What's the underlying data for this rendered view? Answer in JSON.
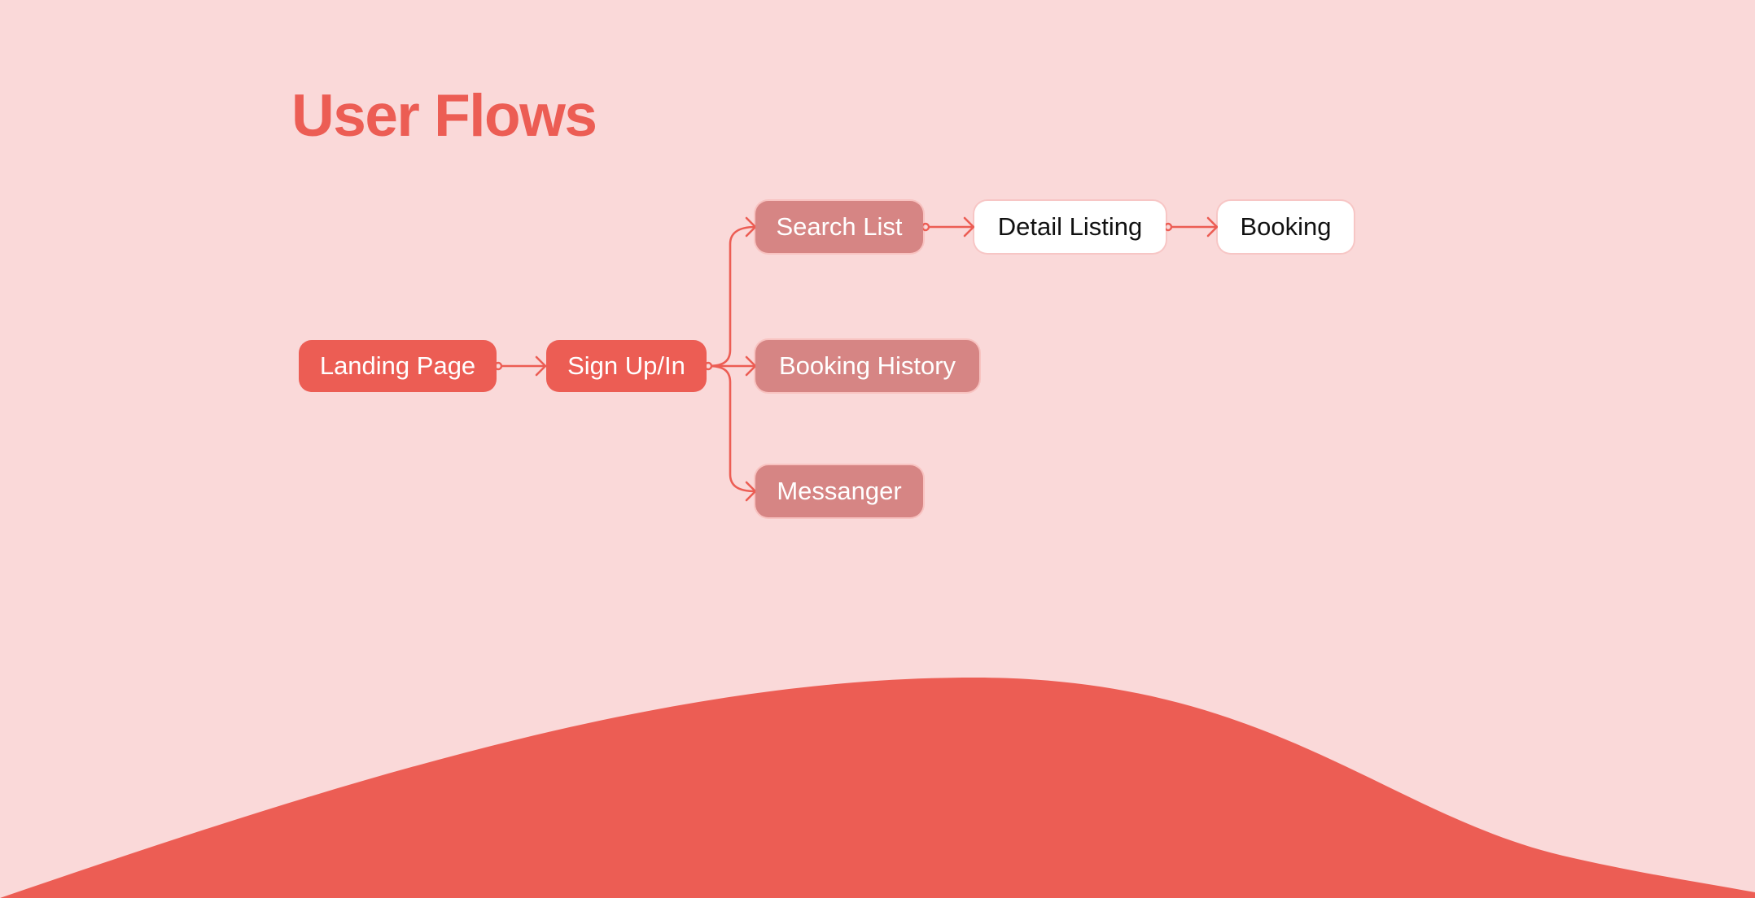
{
  "title": "User Flows",
  "colors": {
    "background": "#fad9d9",
    "accent": "#ec5d54",
    "secondary_node": "#d68584",
    "tertiary_node": "#ffffff"
  },
  "nodes": {
    "landing_page": "Landing Page",
    "sign_up_in": "Sign Up/In",
    "search_list": "Search List",
    "booking_history": "Booking History",
    "messanger": "Messanger",
    "detail_listing": "Detail Listing",
    "booking": "Booking"
  },
  "edges": [
    [
      "landing_page",
      "sign_up_in"
    ],
    [
      "sign_up_in",
      "search_list"
    ],
    [
      "sign_up_in",
      "booking_history"
    ],
    [
      "sign_up_in",
      "messanger"
    ],
    [
      "search_list",
      "detail_listing"
    ],
    [
      "detail_listing",
      "booking"
    ]
  ]
}
